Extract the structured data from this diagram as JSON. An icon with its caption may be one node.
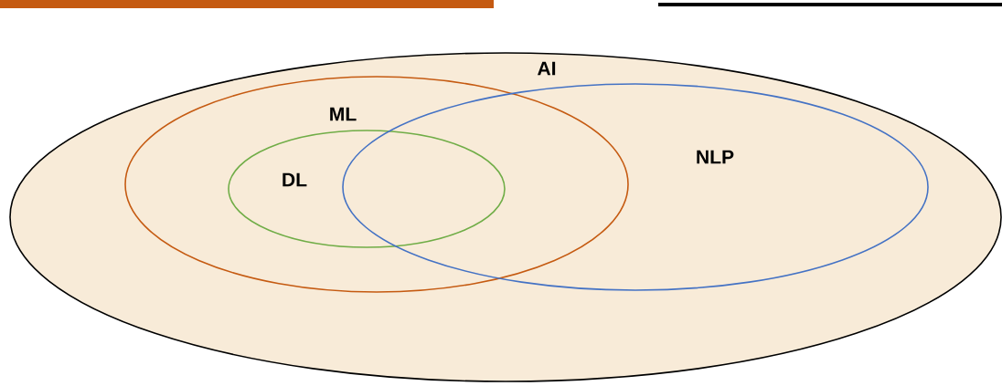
{
  "diagram": {
    "nodes": [
      {
        "text": [
          "AI"
        ]
      },
      {
        "text": [
          "ML"
        ],
        "in": 0
      },
      {
        "text": [
          "DL"
        ],
        "in": 1
      },
      {
        "text": [
          "NLP"
        ],
        "in": 0
      }
    ],
    "edges": []
  }
}
